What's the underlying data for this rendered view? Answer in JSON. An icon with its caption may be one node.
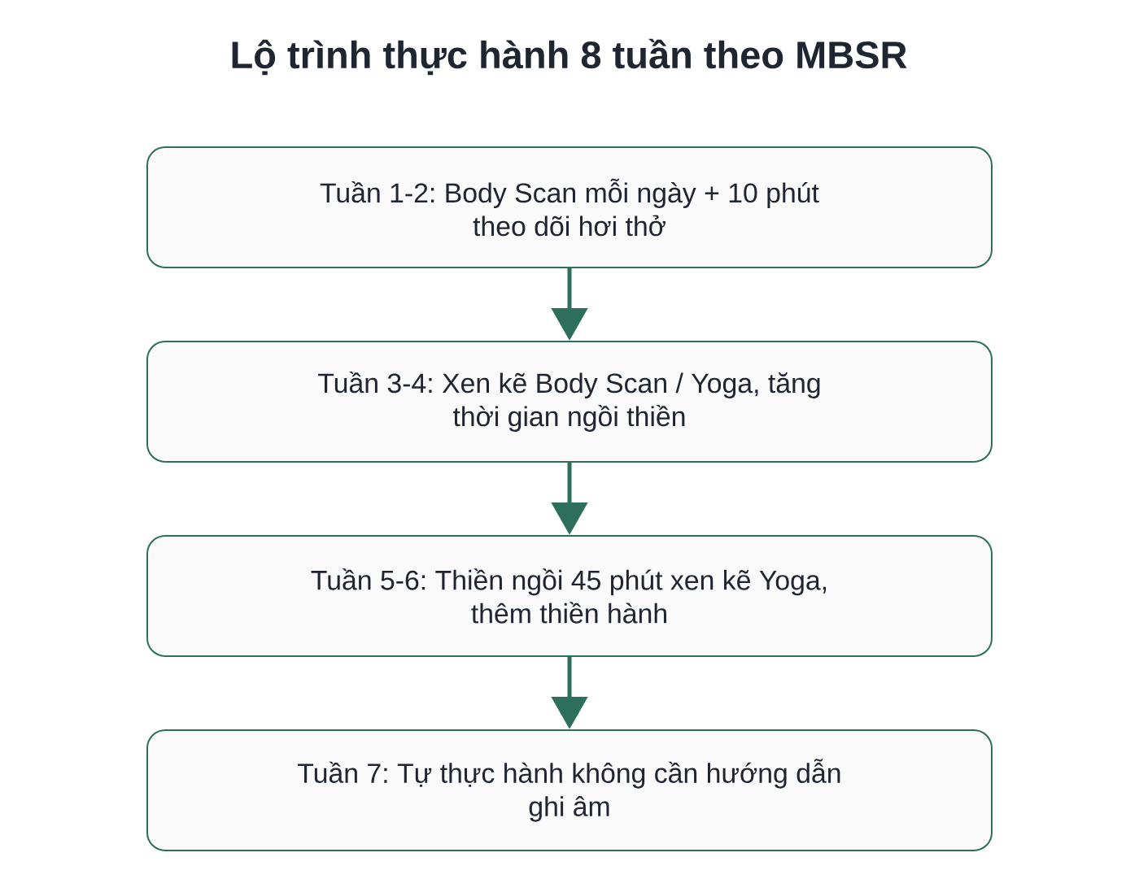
{
  "diagram": {
    "title": "Lộ trình thực hành 8 tuần theo MBSR",
    "nodes": [
      {
        "text": [
          "Tuần 1-2: Body Scan mỗi ngày + 10 phút theo dõi hơi thở"
        ]
      },
      {
        "text": [
          "Tuần 3-4: Xen kẽ Body Scan / Yoga, tăng thời gian ngồi thiền"
        ]
      },
      {
        "text": [
          "Tuần 5-6: Thiền ngồi 45 phút xen kẽ Yoga, thêm thiền hành"
        ]
      },
      {
        "text": [
          "Tuần 7: Tự thực hành không cần hướng dẫn ghi âm"
        ]
      }
    ],
    "edges": [
      {
        "from": 0,
        "to": 1,
        "arrow": "to"
      },
      {
        "from": 1,
        "to": 2,
        "arrow": "to"
      },
      {
        "from": 2,
        "to": 3,
        "arrow": "to"
      }
    ]
  }
}
